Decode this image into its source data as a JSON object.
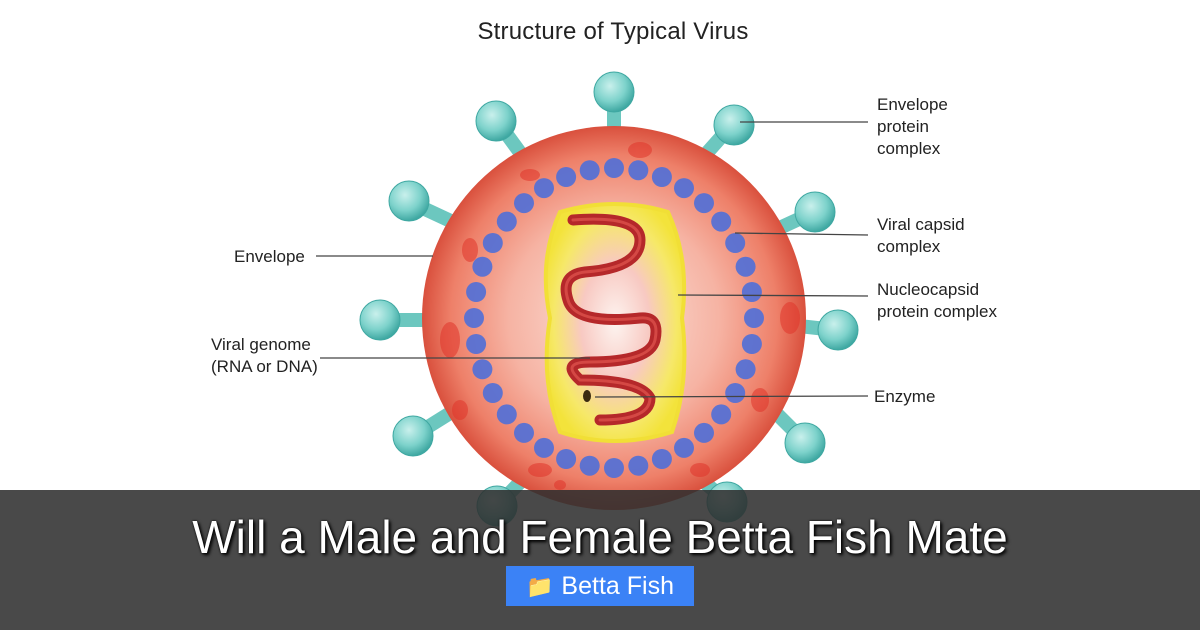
{
  "diagram": {
    "title": "Structure of Typical Virus",
    "labels": {
      "envelope_protein": "Envelope\nprotein\ncomplex",
      "viral_capsid": "Viral capsid\ncomplex",
      "nucleocapsid": "Nucleocapsid\nprotein complex",
      "enzyme": "Enzyme",
      "envelope": "Envelope",
      "viral_genome": "Viral genome\n(RNA or DNA)"
    }
  },
  "banner": {
    "title": "Will a Male and Female Betta Fish Mate",
    "category_icon": "folder-icon",
    "category_label": "Betta Fish"
  },
  "colors": {
    "envelope": "#e8705c",
    "spike": "#7fd3cc",
    "capsid_dot": "#4f6fd8",
    "genome_core": "#f6ee55",
    "rna_strand": "#b5282a",
    "banner_bg": "#303030",
    "tag_bg": "#3b82f6"
  }
}
